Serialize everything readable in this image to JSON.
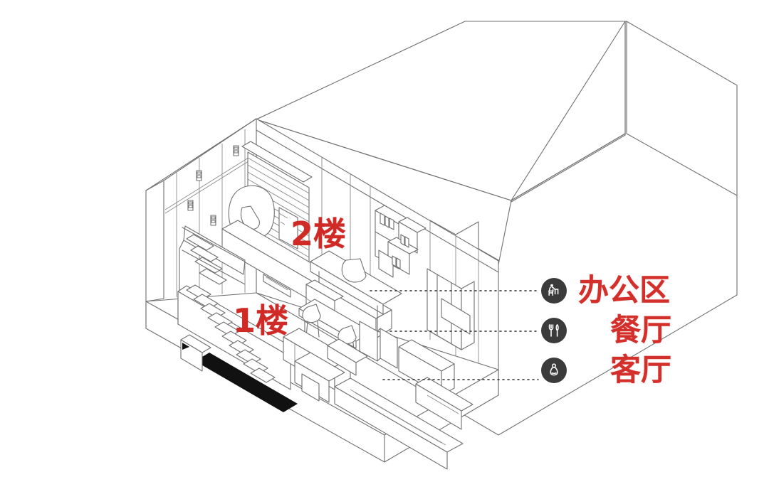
{
  "diagram": {
    "type": "isometric-architectural-cutaway",
    "title_visible": false,
    "background_color": "#ffffff",
    "line_color": "#6e6e6e",
    "accent_color": "#d3302c",
    "icon_badge_color": "#3b3b3b",
    "floor_labels": [
      {
        "id": "floor-2",
        "text": "2楼",
        "meaning": "2nd floor"
      },
      {
        "id": "floor-1",
        "text": "1楼",
        "meaning": "1st floor"
      }
    ]
  },
  "legend": {
    "items": [
      {
        "icon": "person-at-desk-icon",
        "label": "办公区"
      },
      {
        "icon": "fork-and-knife-icon",
        "label": "餐厅"
      },
      {
        "icon": "seated-person-icon",
        "label": "客厅"
      }
    ]
  }
}
